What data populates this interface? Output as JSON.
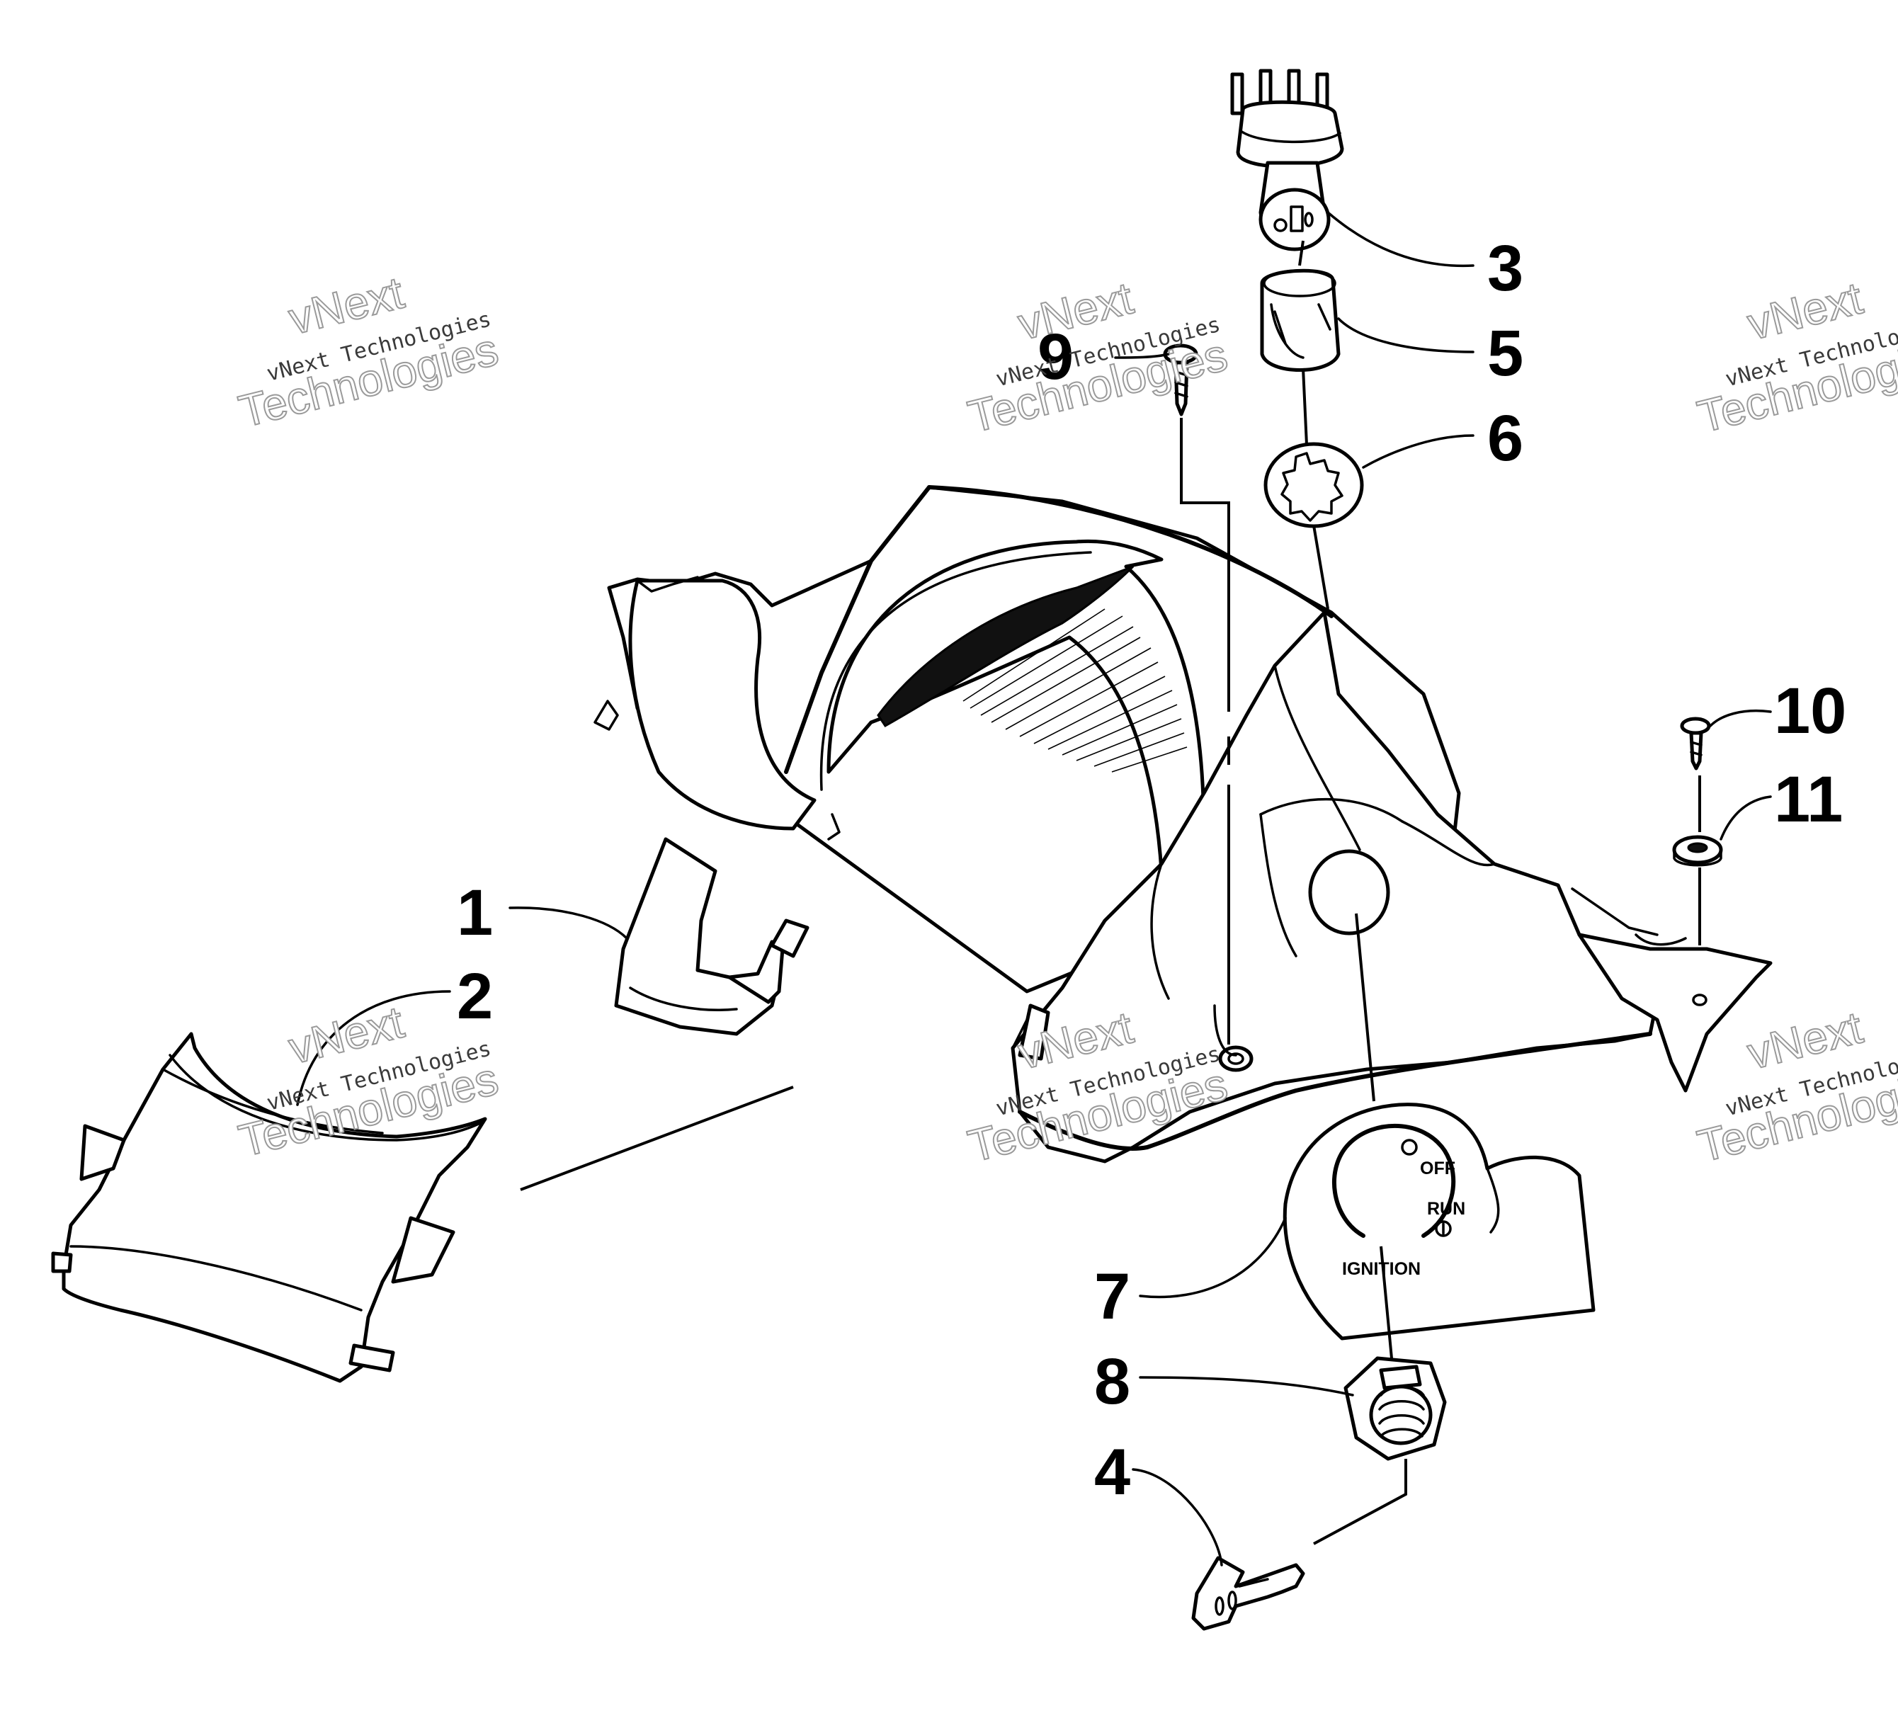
{
  "callouts": [
    {
      "label": "1"
    },
    {
      "label": "2"
    },
    {
      "label": "3"
    },
    {
      "label": "4"
    },
    {
      "label": "5"
    },
    {
      "label": "6"
    },
    {
      "label": "7"
    },
    {
      "label": "8"
    },
    {
      "label": "9"
    },
    {
      "label": "10"
    },
    {
      "label": "11"
    }
  ],
  "plate": {
    "off": "OFF",
    "run": "RUN",
    "ignition": "IGNITION"
  },
  "watermark": {
    "small": "vNext Technologies",
    "word1": "vNext",
    "word2": "Technologies"
  }
}
